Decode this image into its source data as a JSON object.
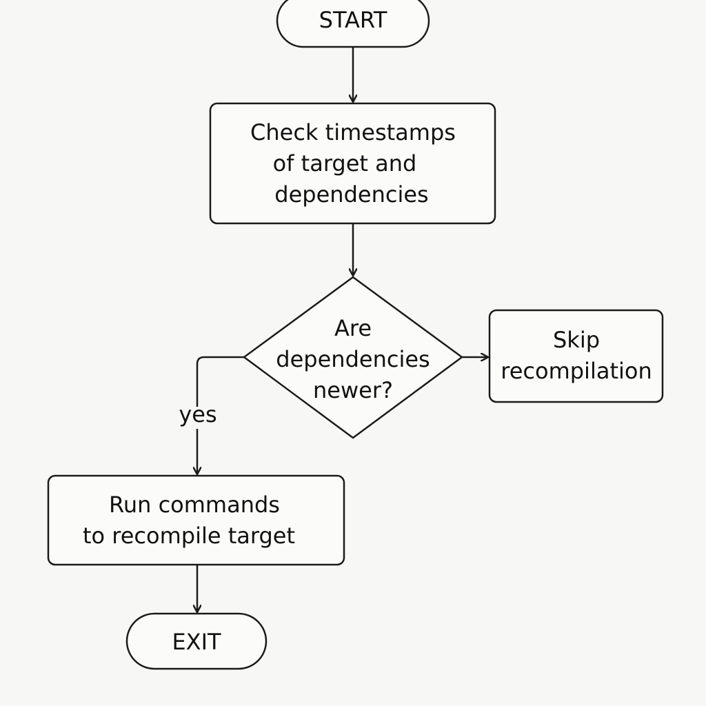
{
  "diagram": {
    "nodes": {
      "start": {
        "shape": "terminator",
        "lines": [
          "START"
        ]
      },
      "check": {
        "shape": "process",
        "lines": [
          "Check timestamps",
          "of target and",
          "dependencies"
        ]
      },
      "decision": {
        "shape": "decision",
        "lines": [
          "Are",
          "dependencies",
          "newer?"
        ]
      },
      "skip": {
        "shape": "process",
        "lines": [
          "Skip",
          "recompilation"
        ]
      },
      "run": {
        "shape": "process",
        "lines": [
          "Run commands",
          "to recompile target"
        ]
      },
      "exit": {
        "shape": "terminator",
        "lines": [
          "EXIT"
        ]
      }
    },
    "edges": {
      "start_to_check": {
        "from": "start",
        "to": "check",
        "label": ""
      },
      "check_to_decision": {
        "from": "check",
        "to": "decision",
        "label": ""
      },
      "decision_to_skip": {
        "from": "decision",
        "to": "skip",
        "label": ""
      },
      "decision_to_run": {
        "from": "decision",
        "to": "run",
        "label": "yes"
      },
      "run_to_exit": {
        "from": "run",
        "to": "exit",
        "label": ""
      }
    }
  }
}
